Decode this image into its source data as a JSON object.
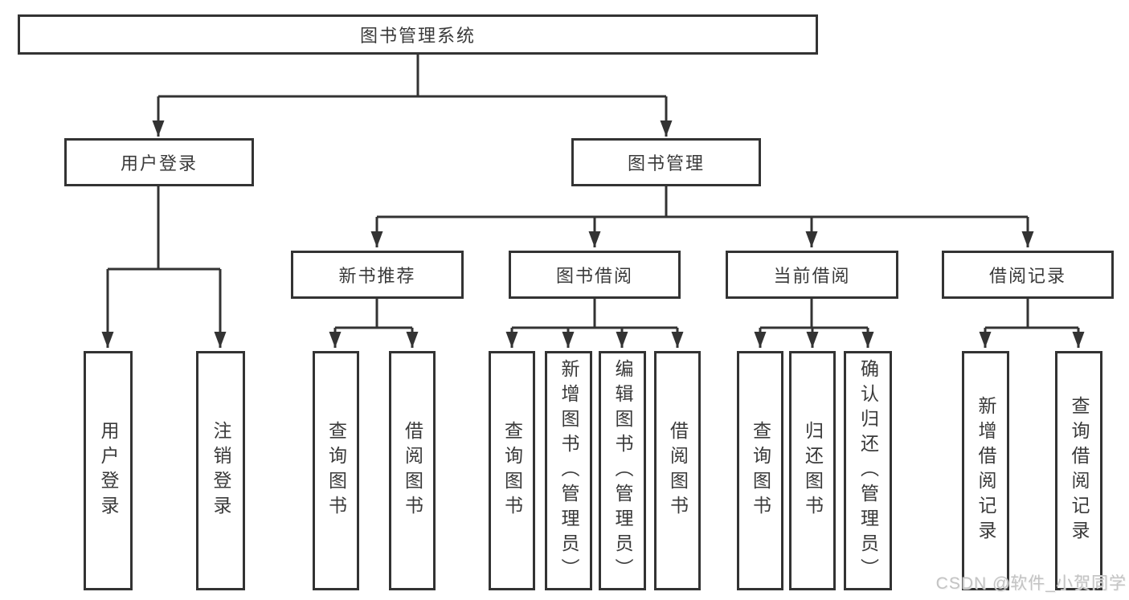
{
  "colors": {
    "line": "#333333",
    "text": "#3a3a3a",
    "watermark": "#c3c3c3",
    "background": "#ffffff"
  },
  "tree": {
    "root": {
      "label": "图书管理系统"
    },
    "branches": [
      {
        "label": "用户登录",
        "leaves": [
          {
            "label": "用户登录"
          },
          {
            "label": "注销登录"
          }
        ]
      },
      {
        "label": "图书管理",
        "groups": [
          {
            "label": "新书推荐",
            "leaves": [
              {
                "label": "查询图书"
              },
              {
                "label": "借阅图书"
              }
            ]
          },
          {
            "label": "图书借阅",
            "leaves": [
              {
                "label": "查询图书"
              },
              {
                "label": "新增图书（管理员）"
              },
              {
                "label": "编辑图书（管理员）"
              },
              {
                "label": "借阅图书"
              }
            ]
          },
          {
            "label": "当前借阅",
            "leaves": [
              {
                "label": "查询图书"
              },
              {
                "label": "归还图书"
              },
              {
                "label": "确认归还（管理员）"
              }
            ]
          },
          {
            "label": "借阅记录",
            "leaves": [
              {
                "label": "新增借阅记录"
              },
              {
                "label": "查询借阅记录"
              }
            ]
          }
        ]
      }
    ]
  },
  "watermark": {
    "label": "CSDN @软件_小贺同学"
  }
}
